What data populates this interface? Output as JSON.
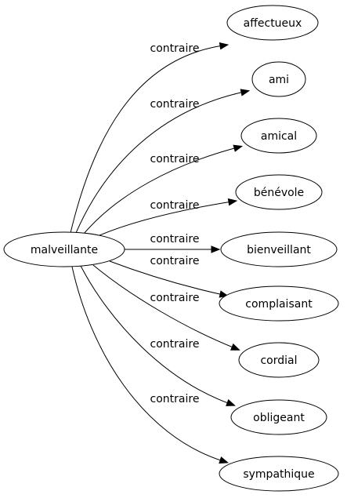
{
  "graph": {
    "source": {
      "label": "malveillante"
    },
    "edges": [
      {
        "relation": "contraire",
        "target": "affectueux"
      },
      {
        "relation": "contraire",
        "target": "ami"
      },
      {
        "relation": "contraire",
        "target": "amical"
      },
      {
        "relation": "contraire",
        "target": "bénévole"
      },
      {
        "relation": "contraire",
        "target": "bienveillant"
      },
      {
        "relation": "contraire",
        "target": "complaisant"
      },
      {
        "relation": "contraire",
        "target": "cordial"
      },
      {
        "relation": "contraire",
        "target": "obligeant"
      },
      {
        "relation": "contraire",
        "target": "sympathique"
      }
    ]
  }
}
